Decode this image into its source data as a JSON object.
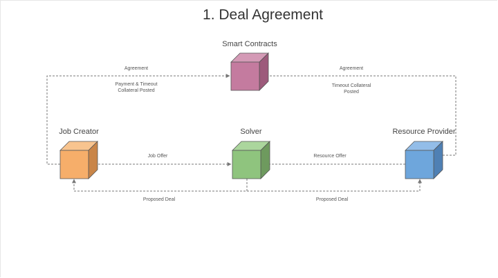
{
  "title": "1. Deal Agreement",
  "nodes": {
    "smart_contracts": {
      "label": "Smart Contracts",
      "color": "#c47b9f"
    },
    "job_creator": {
      "label": "Job Creator",
      "color": "#f6ae6a"
    },
    "solver": {
      "label": "Solver",
      "color": "#8fc47e"
    },
    "resource_provider": {
      "label": "Resource Provider",
      "color": "#6ea6dc"
    }
  },
  "edges": {
    "agreement_left": "Agreement",
    "agreement_right": "Agreement",
    "payment_collateral": "Payment & Timeout\nCollateral Posted",
    "timeout_collateral": "Timeout Collateral\nPosted",
    "job_offer": "Job Offer",
    "resource_offer": "Resource Offer",
    "proposed_deal_left": "Proposed Deal",
    "proposed_deal_right": "Proposed Deal"
  },
  "colors": {
    "connector": "#777777",
    "text": "#444444"
  }
}
